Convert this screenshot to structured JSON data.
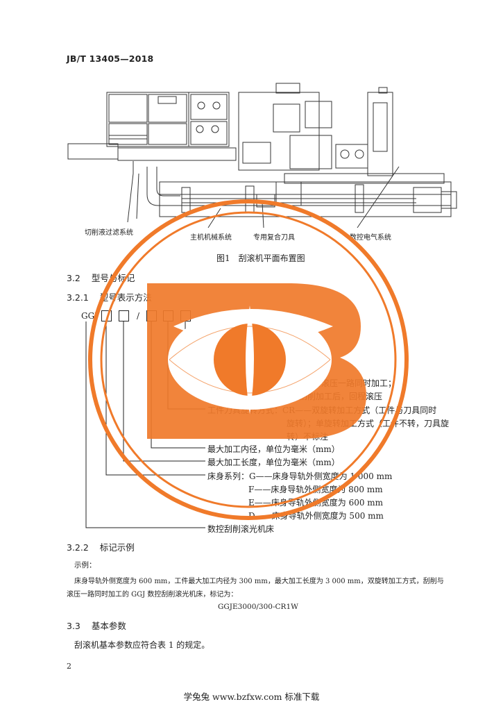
{
  "header": {
    "standard_code": "JB/T 13405—2018"
  },
  "figure": {
    "title": "图1　刮滚机平面布置图",
    "callouts": {
      "cutting_fluid": "切削液过滤系统",
      "main_mechanical": "主机机械系统",
      "special_tool": "专用复合刀具",
      "cnc_electric": "数控电气系统"
    }
  },
  "section_3_2": {
    "number": "3.2",
    "title": "型号与标记"
  },
  "section_3_2_1": {
    "number": "3.2.1",
    "title": "型号表示方法"
  },
  "model_code": {
    "prefix": "GGJ",
    "separator": "/",
    "desc": {
      "tool_mode_1": "刀具加工方式：1W——刮削与滚压一路同时加工；",
      "tool_mode_2": "2W——刮削加工后，回程滚压",
      "rotation_1": "工件刀具旋转方式：CR——双旋转加工方式（工件与刀具同时",
      "rotation_2": "旋转）；单旋转加工方式（工件不转，刀具旋",
      "rotation_3": "转）不标注",
      "max_diameter": "最大加工内径，单位为毫米（mm）",
      "max_length": "最大加工长度，单位为毫米（mm）",
      "bed_g": "床身系列：G——床身导轨外侧宽度为 1 000 mm",
      "bed_f": "F——床身导轨外侧宽度为 800 mm",
      "bed_e": "E——床身导轨外侧宽度为 600 mm",
      "bed_d": "D——床身导轨外侧宽度为 500 mm",
      "machine_name": "数控刮削滚光机床"
    }
  },
  "section_3_2_2": {
    "number": "3.2.2",
    "title": "标记示例"
  },
  "example": {
    "label": "示例：",
    "line1": "床身导轨外侧宽度为 600 mm，工件最大加工内径为 300 mm，最大加工长度为 3 000 mm，双旋转加工方式，刮削与",
    "line2": "滚压一路同时加工的 GGJ 数控刮削滚光机床，标记为：",
    "marking": "GGJE3000/300-CR1W"
  },
  "section_3_3": {
    "number": "3.3",
    "title": "基本参数"
  },
  "para_3_3": "刮滚机基本参数应符合表 1 的规定。",
  "page_number": "2",
  "footer": "学兔兔 www.bzfxw.com 标准下载",
  "colors": {
    "watermark_orange": "#f07a2a",
    "ink": "#222222"
  }
}
